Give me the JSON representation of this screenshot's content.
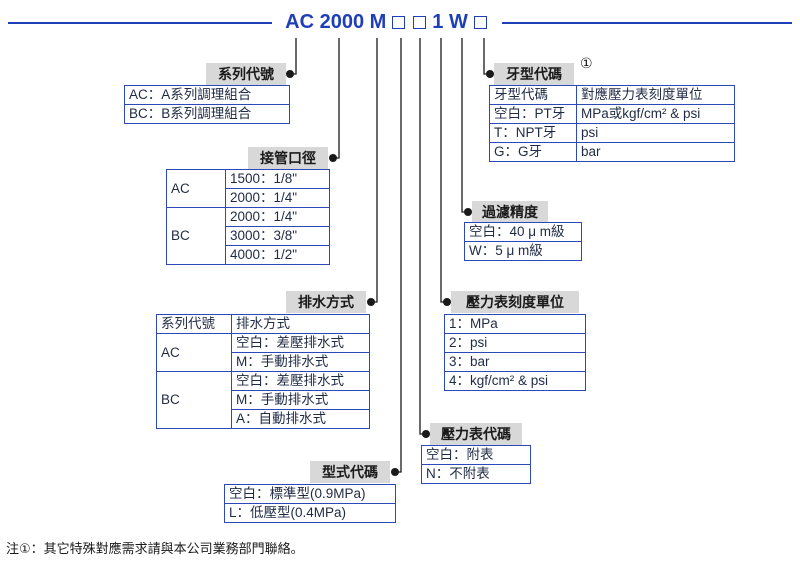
{
  "code": {
    "parts": [
      "AC 2000 M",
      "1 W"
    ],
    "box_symbol": "□"
  },
  "series": {
    "label": "系列代號",
    "rows": [
      "AC：A系列調理組合",
      "BC：B系列調理組合"
    ]
  },
  "port": {
    "label": "接管口徑",
    "groups": [
      {
        "series": "AC",
        "sizes": [
          "1500：1/8\"",
          "2000：1/4\""
        ]
      },
      {
        "series": "BC",
        "sizes": [
          "2000：1/4\"",
          "3000：3/8\"",
          "4000：1/2\""
        ]
      }
    ]
  },
  "drain": {
    "label": "排水方式",
    "header": [
      "系列代號",
      "排水方式"
    ],
    "groups": [
      {
        "series": "AC",
        "options": [
          "空白：差壓排水式",
          "M：手動排水式"
        ]
      },
      {
        "series": "BC",
        "options": [
          "空白：差壓排水式",
          "M：手動排水式",
          "A：自動排水式"
        ]
      }
    ]
  },
  "type": {
    "label": "型式代碼",
    "rows": [
      "空白：標準型(0.9MPa)",
      "L：低壓型(0.4MPa)"
    ]
  },
  "thread": {
    "label": "牙型代碼",
    "note_mark": "①",
    "header": [
      "牙型代碼",
      "對應壓力表刻度單位"
    ],
    "rows": [
      [
        "空白：PT牙",
        "MPa或kgf/cm² & psi"
      ],
      [
        "T：NPT牙",
        "psi"
      ],
      [
        "G：G牙",
        "bar"
      ]
    ]
  },
  "filtration": {
    "label": "過濾精度",
    "rows": [
      "空白：40 μ m級",
      "W：5 μ m級"
    ]
  },
  "gauge_unit": {
    "label": "壓力表刻度單位",
    "rows": [
      "1：MPa",
      "2：psi",
      "3：bar",
      "4：kgf/cm² & psi"
    ]
  },
  "gauge_code": {
    "label": "壓力表代碼",
    "rows": [
      "空白：附表",
      "N：不附表"
    ]
  },
  "footnote": "注①：其它特殊對應需求請與本公司業務部門聯絡。",
  "colors": {
    "accent": "#1f3fb8",
    "label_bg": "#d8d8d8",
    "border": "#2b49b8"
  }
}
